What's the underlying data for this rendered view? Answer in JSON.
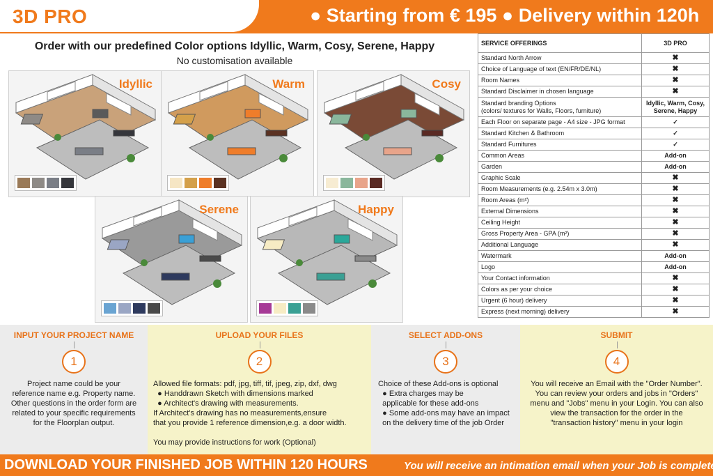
{
  "header": {
    "brand": "3D PRO",
    "tagline": "● Starting from € 195 ● Delivery within 120h"
  },
  "intro": {
    "title": "Order with our predefined Color options Idyllic, Warm, Cosy, Serene, Happy",
    "subtitle": "No customisation available"
  },
  "palettes": [
    {
      "name": "Idyllic",
      "colors": [
        "#9a7a58",
        "#8e8a86",
        "#7a7e86",
        "#35363b"
      ],
      "floor": "#c9a27a",
      "accent": "#5a5a5a"
    },
    {
      "name": "Warm",
      "colors": [
        "#f6e6c4",
        "#d4a04a",
        "#ef7d2a",
        "#5b3222"
      ],
      "floor": "#d09a5e",
      "accent": "#ef7d2a"
    },
    {
      "name": "Cosy",
      "colors": [
        "#f7ecd2",
        "#8ab79c",
        "#e8a48a",
        "#5a2a24"
      ],
      "floor": "#7a4a36",
      "accent": "#8ab79c"
    },
    {
      "name": "Serene",
      "colors": [
        "#6aa4d2",
        "#9aa6c4",
        "#2e3a5e",
        "#4a4a4a"
      ],
      "floor": "#9a9a9a",
      "accent": "#3aa0d6"
    },
    {
      "name": "Happy",
      "colors": [
        "#a63a96",
        "#f7ecc4",
        "#3aa094",
        "#8a8a8a"
      ],
      "floor": "#b8b8b8",
      "accent": "#2aa89a"
    }
  ],
  "table": {
    "col1": "SERVICE OFFERINGS",
    "col2": "3D PRO",
    "rows": [
      {
        "label": "Standard North Arrow",
        "value": "✖"
      },
      {
        "label": "Choice of Language of text (EN/FR/DE/NL)",
        "value": "✖"
      },
      {
        "label": "Room Names",
        "value": "✖"
      },
      {
        "label": "Standard Disclaimer in chosen language",
        "value": "✖"
      },
      {
        "label": "Standard branding Options",
        "label2": "(colors/ textures for Walls, Floors, furniture)",
        "value": "Idyllic, Warm, Cosy,",
        "value2": "Serene, Happy"
      },
      {
        "label": "Each Floor on separate page - A4 size - JPG format",
        "value": "✓"
      },
      {
        "label": "Standard Kitchen & Bathroom",
        "value": "✓"
      },
      {
        "label": "Standard Furnitures",
        "value": "✓"
      },
      {
        "label": "Common Areas",
        "value": "Add-on"
      },
      {
        "label": "Garden",
        "value": "Add-on"
      },
      {
        "label": "Graphic Scale",
        "value": "✖"
      },
      {
        "label": "Room Measurements (e.g. 2.54m x 3.0m)",
        "value": "✖"
      },
      {
        "label": "Room Areas (m²)",
        "value": "✖"
      },
      {
        "label": "External Dimensions",
        "value": "✖"
      },
      {
        "label": "Ceiling Height",
        "value": "✖"
      },
      {
        "label": "Gross Property Area - GPA (m²)",
        "value": "✖"
      },
      {
        "label": "Additional Language",
        "value": "✖"
      },
      {
        "label": "Watermark",
        "value": "Add-on"
      },
      {
        "label": "Logo",
        "value": "Add-on"
      },
      {
        "label": "Your Contact information",
        "value": "✖"
      },
      {
        "label": "Colors as per your choice",
        "value": "✖"
      },
      {
        "label": "Urgent (6 hour) delivery",
        "value": "✖"
      },
      {
        "label": "Express (next morning) delivery",
        "value": "✖"
      }
    ]
  },
  "steps": [
    {
      "title": "INPUT YOUR PROJECT NAME",
      "number": "1",
      "bg": "#ececec",
      "lines": [
        "Project name could be your",
        "reference name e.g. Property name.",
        "Other questions in the order form are",
        "related to your specific requirements",
        "for the Floorplan output."
      ]
    },
    {
      "title": "UPLOAD YOUR FILES",
      "number": "2",
      "bg": "#f6f3c9",
      "lines": [
        "Allowed file formats: pdf, jpg, tiff, tif, jpeg, zip, dxf, dwg",
        "  ● Handdrawn Sketch with dimensions marked",
        "  ● Architect's drawing with measurements.",
        "If Architect's drawing has no measurements,ensure",
        "that you provide 1 reference dimension,e.g. a door width.",
        "",
        "You may provide instructions for work (Optional)"
      ]
    },
    {
      "title": "SELECT ADD-ONS",
      "number": "3",
      "bg": "#ececec",
      "lines": [
        "Choice of these Add-ons is optional",
        "  ● Extra charges may be",
        "  applicable for these add-ons",
        "  ● Some add-ons may have an impact",
        "  on the delivery time of the job Order"
      ]
    },
    {
      "title": "SUBMIT",
      "number": "4",
      "bg": "#f6f3c9",
      "lines": [
        "You will receive an Email with the \"Order Number\".",
        "You can review your orders and jobs in \"Orders\"",
        "menu and \"Jobs\" menu in your Login. You can also",
        "view the transaction for the order in the",
        "\"transaction history\" menu in your login"
      ]
    }
  ],
  "footer": {
    "main": "DOWNLOAD YOUR FINISHED JOB WITHIN 120 HOURS",
    "note": "You will receive an intimation email when your Job is complete."
  }
}
